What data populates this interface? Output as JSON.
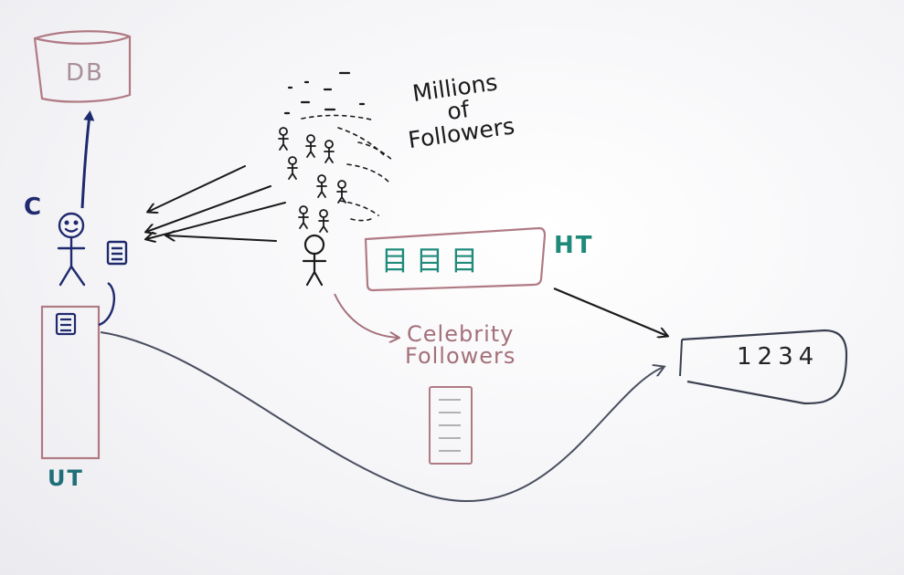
{
  "labels": {
    "db": "DB",
    "c": "C",
    "millions": "Millions\nof\nFollowers",
    "ht": "HT",
    "celebrity": "Celebrity\nFollowers",
    "ut": "UT",
    "queue": "1234"
  },
  "icons": {
    "ht_feed": "目目目"
  },
  "colors": {
    "db": "#a98f97",
    "user_arrow": "#1f2a6e",
    "ht": "#1f8a7a",
    "ut_box": "#b07a84",
    "celebrity": "#a4707a",
    "ink": "#1a1a1a"
  }
}
